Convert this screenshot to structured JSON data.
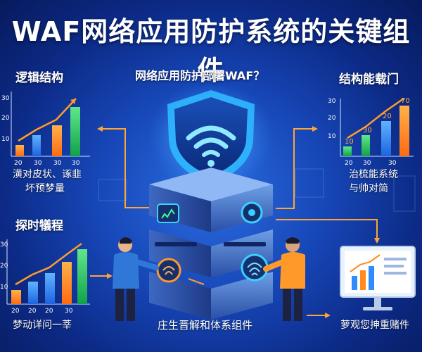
{
  "title": "WAF网络应用防护系统的关键组件",
  "center_header": "网络应用防护部署WAF？",
  "panel_top_left": {
    "label": "逻辑结构",
    "caption_line1": "潢对皮状、诼韭",
    "caption_line2": "坏预梦量",
    "ticks_y": [
      "30",
      "20",
      "10"
    ],
    "ticks_x": [
      "20",
      "30",
      "30"
    ]
  },
  "panel_top_right": {
    "label": "结构能载门",
    "caption_line1": "治梳能系统",
    "caption_line2": "与帅对简",
    "ticks_y": [
      "30",
      "20",
      "10"
    ],
    "ticks_x": [
      "20",
      "30",
      "30"
    ],
    "data_labels": [
      "10",
      "30",
      "20",
      "70"
    ]
  },
  "panel_bottom_left": {
    "label": "探时犠程",
    "caption": "梦动详问一莘",
    "ticks_y": [
      "30",
      "20",
      "10"
    ],
    "ticks_x": [
      "20",
      "20",
      "20",
      "30"
    ]
  },
  "bottom_center_caption": "庄生晋解和体系组件",
  "bottom_right_caption": "萝观您抻重赌件",
  "colors": {
    "bar_orange": "#ff8a1e",
    "bar_blue": "#2f8cff",
    "bar_green": "#27c46a",
    "accent": "#ff9c2a",
    "shield": "#33c8ff"
  },
  "icons": [
    "shield-wifi-icon",
    "server-stack-icon",
    "fingerprint-icon",
    "monitor-chart-icon",
    "person-icon"
  ]
}
